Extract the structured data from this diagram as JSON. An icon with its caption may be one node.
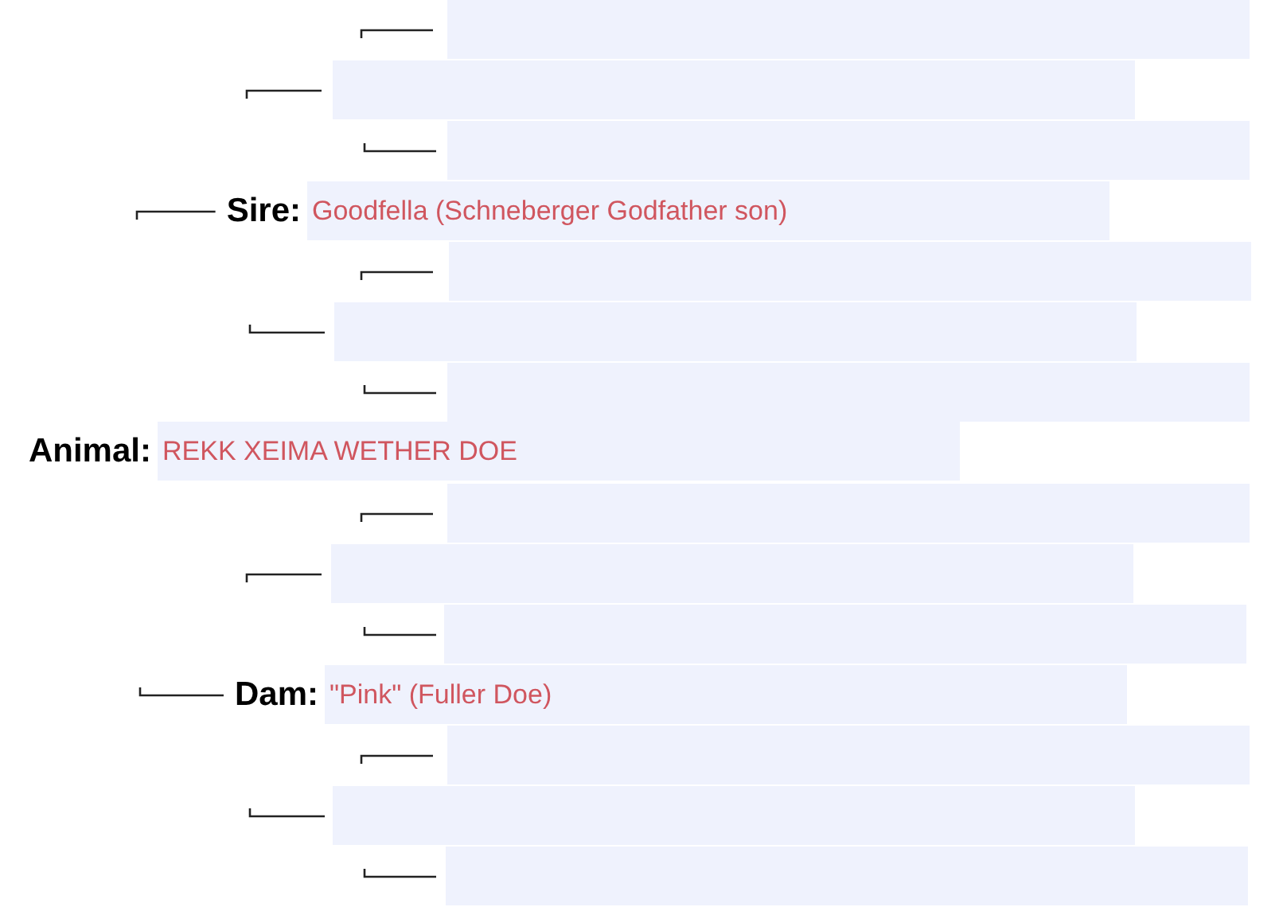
{
  "diagram": {
    "nodes": [
      {
        "text": [],
        "shape": "box"
      },
      {
        "text": [],
        "shape": "box"
      },
      {
        "text": [],
        "shape": "box"
      },
      {
        "text": [
          "Sire:",
          "Goodfella (Schneberger Godfather son)"
        ]
      },
      {
        "text": [],
        "shape": "box"
      },
      {
        "text": [],
        "shape": "box"
      },
      {
        "text": [],
        "shape": "box"
      },
      {
        "text": [
          "Animal:",
          "REKK XEIMA WETHER DOE"
        ]
      },
      {
        "text": [],
        "shape": "box"
      },
      {
        "text": [],
        "shape": "box"
      },
      {
        "text": [],
        "shape": "box"
      },
      {
        "text": [
          "Dam:",
          "\"Pink\" (Fuller Doe)"
        ]
      },
      {
        "text": [],
        "shape": "box"
      },
      {
        "text": [],
        "shape": "box"
      },
      {
        "text": [],
        "shape": "box"
      }
    ]
  }
}
